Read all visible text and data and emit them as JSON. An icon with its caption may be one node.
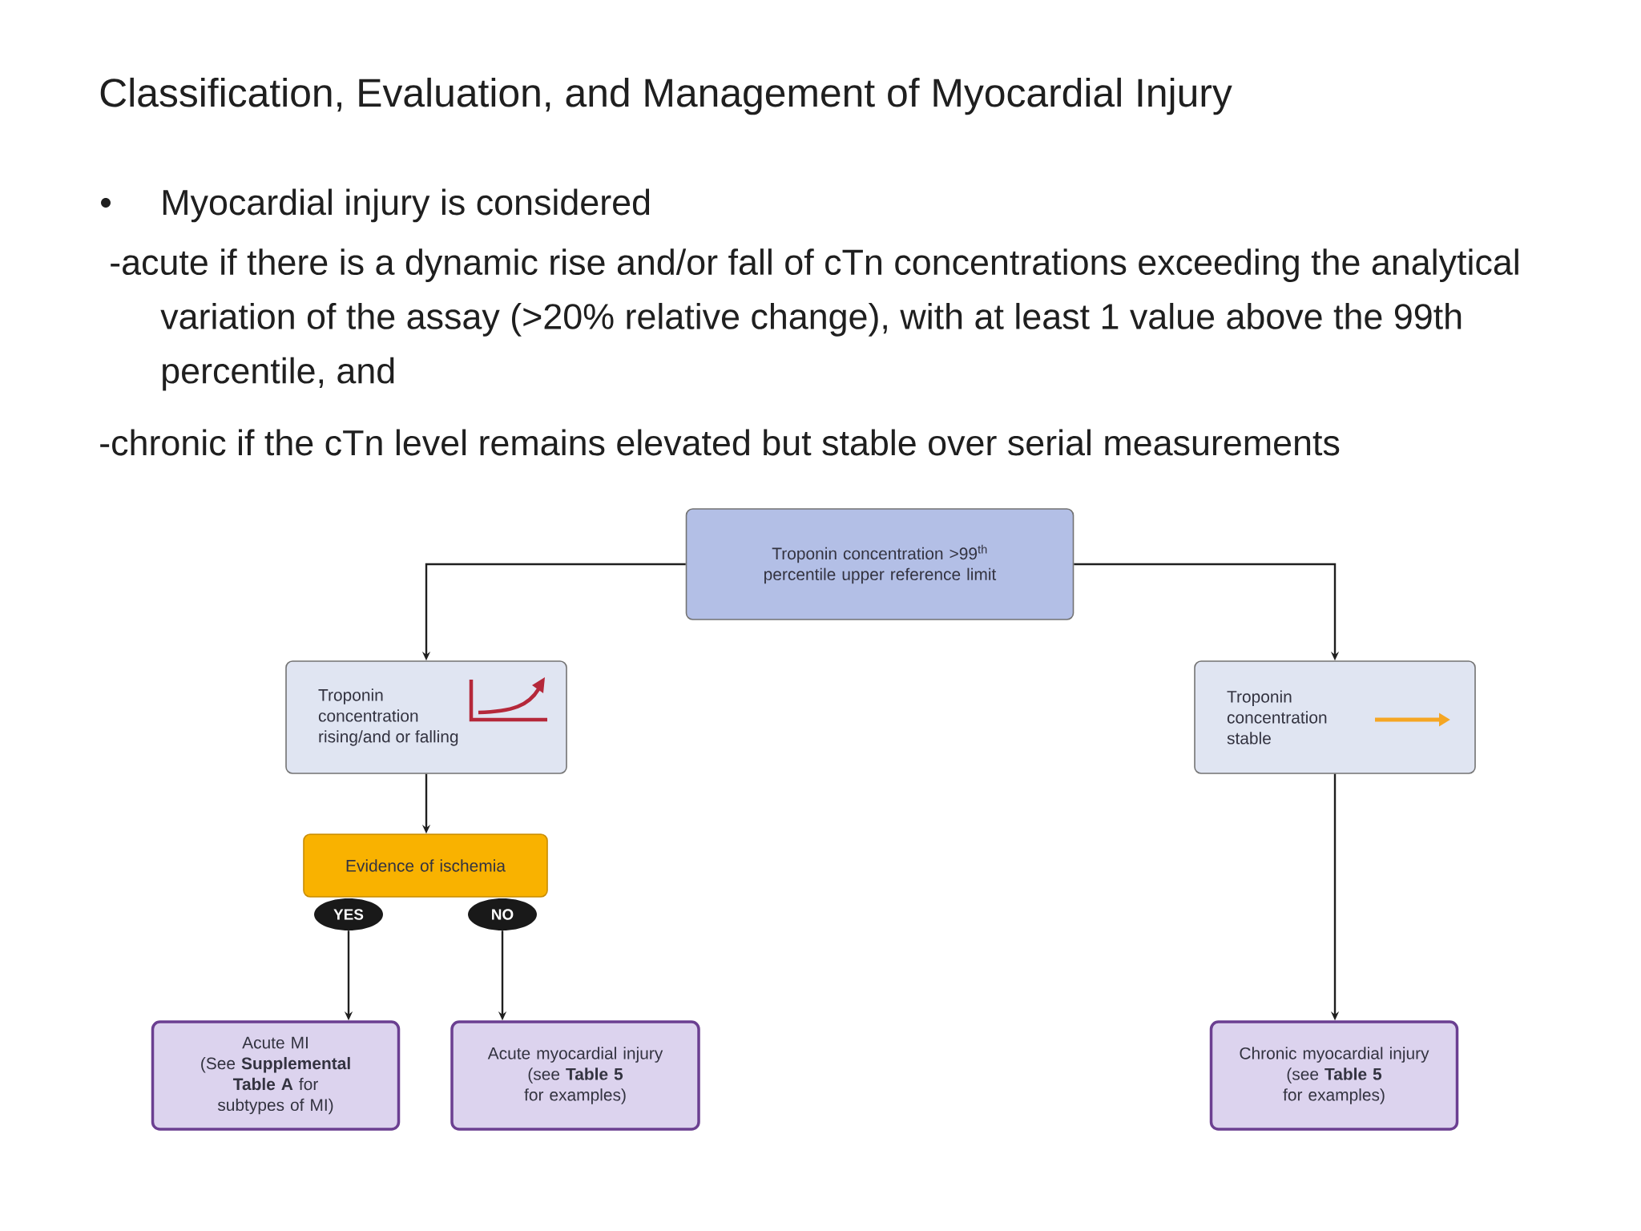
{
  "diagram": {
    "title": "Classification, Evaluation, and Management of Myocardial Injury",
    "nodes": [
      {
        "text": [
          "Troponin concentration >99$^{th}$ percentile upper reference limit"
        ]
      },
      {
        "text": [
          "Troponin concentration rising/and or falling"
        ]
      },
      {
        "text": [
          "Troponin concentration stable"
        ]
      },
      {
        "text": [
          "Evidence of ischemia"
        ]
      },
      {
        "text": [
          "YES"
        ]
      },
      {
        "text": [
          "NO"
        ]
      },
      {
        "text": [
          "Acute MI",
          "(See **Supplemental Table A** for subtypes of MI)"
        ]
      },
      {
        "text": [
          "Acute myocardial injury",
          "(see **Table 5** for examples)"
        ]
      },
      {
        "text": [
          "Chronic myocardial injury",
          "(see **Table 5** for examples)"
        ]
      }
    ],
    "edges": [
      {
        "from": 0,
        "to": 1,
        "arrow": "to"
      },
      {
        "from": 0,
        "to": 2,
        "arrow": "to"
      },
      {
        "from": 1,
        "to": 3,
        "arrow": "to"
      },
      {
        "from": 4,
        "to": 6,
        "arrow": "to"
      },
      {
        "from": 5,
        "to": 7,
        "arrow": "to"
      },
      {
        "from": 2,
        "to": 8,
        "arrow": "to"
      }
    ],
    "labels": [
      "Myocardial injury is considered",
      "-acute if there is a dynamic rise and/or fall of cTn concentrations exceeding the analytical variation of the assay (>20% relative change), with at least 1 value above the 99th percentile, and",
      "-chronic if the cTn level remains elevated but stable over serial measurements"
    ]
  }
}
